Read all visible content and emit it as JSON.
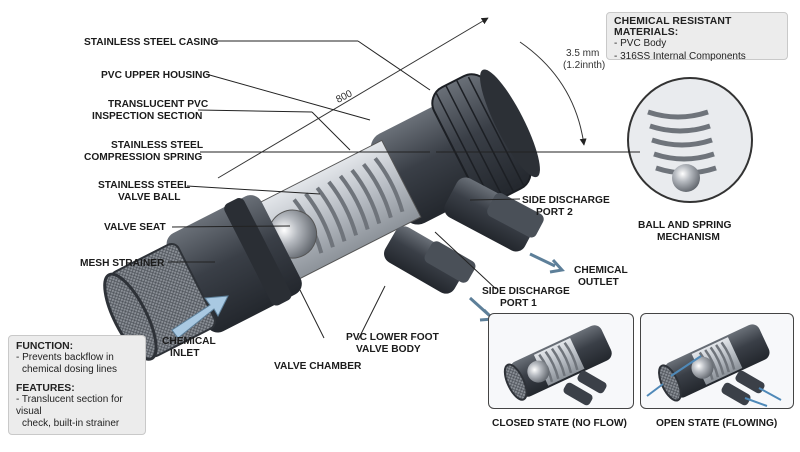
{
  "labels": {
    "stainless_steel_casing": "STAINLESS STEEL CASING",
    "pvc_upper_housing": "PVC UPPER HOUSING",
    "translucent_line1": "TRANSLUCENT PVC",
    "translucent_line2": "INSPECTION SECTION",
    "spring_line1": "STAINLESS STEEL",
    "spring_line2": "COMPRESSION SPRING",
    "ball_line1": "STAINLESS STEEL",
    "ball_line2": "VALVE BALL",
    "valve_seat": "VALVE SEAT",
    "mesh_strainer": "MESH STRAINER",
    "chemical_inlet_line1": "CHEMICAL",
    "chemical_inlet_line2": "INLET",
    "valve_chamber": "VALVE CHAMBER",
    "lower_body_line1": "PVC LOWER FOOT",
    "lower_body_line2": "VALVE BODY",
    "port1_line1": "SIDE DISCHARGE",
    "port1_line2": "PORT 1",
    "port2_line1": "SIDE DISCHARGE",
    "port2_line2": "PORT 2",
    "outlet_line1": "CHEMICAL",
    "outlet_line2": "OUTLET",
    "mechanism_line1": "BALL AND SPRING",
    "mechanism_line2": "MECHANISM"
  },
  "dimensions": {
    "length": "800",
    "diameter_line1": "3.5 mm",
    "diameter_line2": "(1.2innth)"
  },
  "materials": {
    "heading": "CHEMICAL RESISTANT MATERIALS:",
    "items": [
      "- PVC Body",
      "- 316SS Internal Components"
    ]
  },
  "function_box": {
    "function_heading": "FUNCTION:",
    "function_text_line1": "- Prevents backflow in",
    "function_text_line2": "chemical dosing lines",
    "features_heading": "FEATURES:",
    "features_text_line1": "- Translucent section for visual",
    "features_text_line2": "check, built-in strainer"
  },
  "states": {
    "closed": "CLOSED STATE (NO FLOW)",
    "open": "OPEN STATE (FLOWING)"
  },
  "colors": {
    "body": "#3b4048",
    "body_light": "#5a6069",
    "translucent": "#c9cdd2",
    "steel": "#a9aeb5",
    "flow_arrow": "#a9c9e2",
    "label_line": "#222222"
  }
}
